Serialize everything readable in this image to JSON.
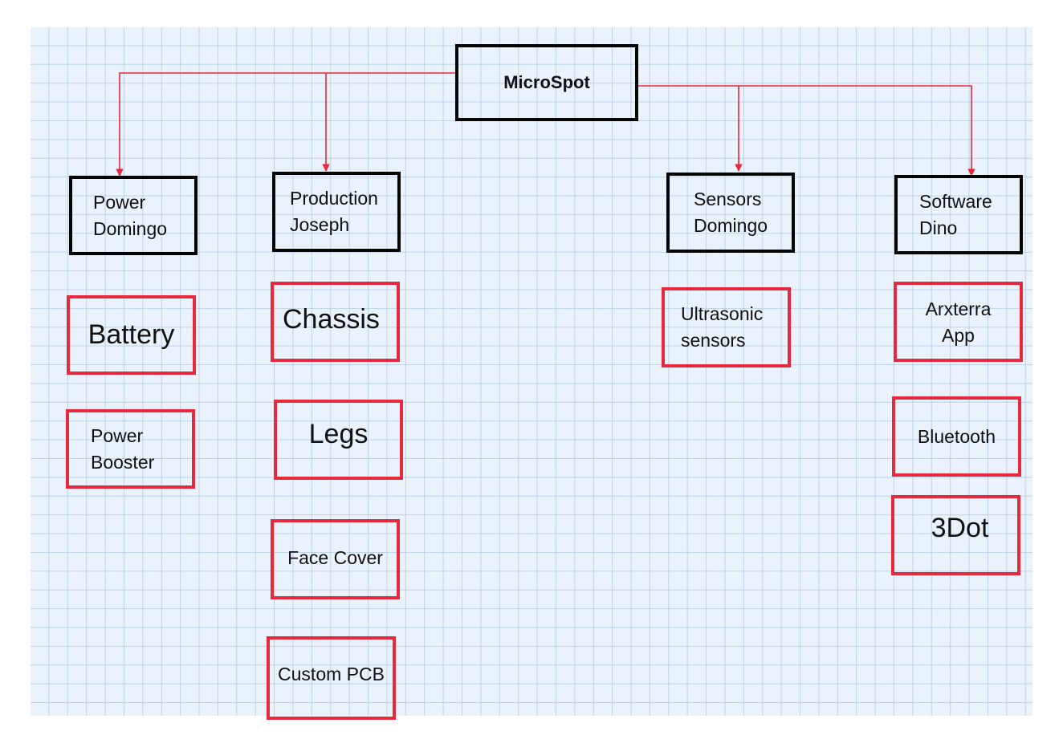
{
  "root": {
    "label": "MicroSpot"
  },
  "teams": [
    {
      "line1": "Power",
      "line2": "Domingo"
    },
    {
      "line1": "Production",
      "line2": "Joseph"
    },
    {
      "line1": "Sensors",
      "line2": "Domingo"
    },
    {
      "line1": "Software",
      "line2": "Dino"
    }
  ],
  "power_tasks": [
    {
      "line1": "Battery"
    },
    {
      "line1": "Power",
      "line2": "Booster"
    }
  ],
  "production_tasks": [
    {
      "line1": "Chassis"
    },
    {
      "line1": "Legs"
    },
    {
      "line1": "Face Cover"
    },
    {
      "line1": "Custom PCB"
    }
  ],
  "sensors_tasks": [
    {
      "line1": "Ultrasonic",
      "line2": "sensors"
    }
  ],
  "software_tasks": [
    {
      "line1": "Arxterra",
      "line2": "App"
    },
    {
      "line1": "Bluetooth"
    },
    {
      "line1": "3Dot"
    }
  ],
  "colors": {
    "team_border": "#050505",
    "task_border": "#e8283c",
    "connector": "#e8283c",
    "grid_background": "#eaf2fb"
  }
}
